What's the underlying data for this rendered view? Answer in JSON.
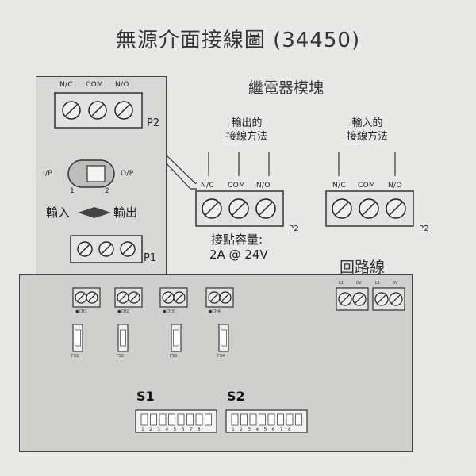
{
  "title": "無源介面接線圖 (34450)",
  "relay_module": {
    "heading": "繼電器模塊",
    "output_label_line1": "輸出的",
    "output_label_line2": "接線方法",
    "input_label_line1": "輸入的",
    "input_label_line2": "接線方法",
    "contact_rating_line1": "接點容量:",
    "contact_rating_line2": "2A @ 24V",
    "output_terminal_port": "P2",
    "input_terminal_port": "P2",
    "terminal_labels": [
      "N/C",
      "COM",
      "N/O"
    ]
  },
  "left_module": {
    "top_terminal_labels": [
      "N/C",
      "COM",
      "N/O"
    ],
    "top_terminal_port": "P2",
    "switch_left": "I/P",
    "switch_right": "O/P",
    "switch_pos1": "1",
    "switch_pos2": "2",
    "switch_caption_left": "輸入",
    "switch_caption_right": "輸出",
    "bottom_terminal_port": "P1"
  },
  "loop": {
    "heading": "回路線",
    "terminals": [
      {
        "left": "L1",
        "right": "0V"
      },
      {
        "left": "L1",
        "right": "0V"
      }
    ]
  },
  "main_board": {
    "connectors": [
      "●CH1",
      "●CH2",
      "●CH3",
      "●CH4"
    ],
    "fuses": [
      "FS1",
      "FS2",
      "FS3",
      "FS4"
    ],
    "dip_switches": [
      {
        "label": "S1",
        "numbers": "1 2 3 4 5 6 7 8"
      },
      {
        "label": "S2",
        "numbers": "1 2 3 4 5 6 7 8"
      }
    ]
  }
}
